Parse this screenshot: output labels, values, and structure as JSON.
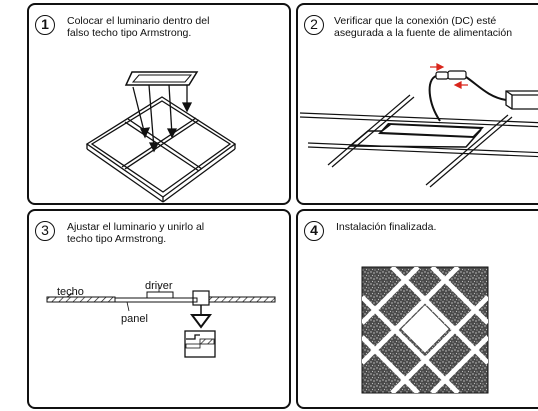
{
  "steps": [
    {
      "number": "1",
      "text": "Colocar el luminario dentro del\nfalso techo tipo Armstrong."
    },
    {
      "number": "2",
      "text": "Verificar que la conexión (DC) esté\nasegurada a la fuente de alimentación"
    },
    {
      "number": "3",
      "text": "Ajustar el luminario y unirlo al\ntecho tipo Armstrong."
    },
    {
      "number": "4",
      "text": "Instalación finalizada."
    }
  ],
  "labels": {
    "techo": "techo",
    "driver": "driver",
    "panel": "panel"
  },
  "colors": {
    "line": "#111111",
    "arrow_red": "#d9261c",
    "background": "#ffffff"
  }
}
